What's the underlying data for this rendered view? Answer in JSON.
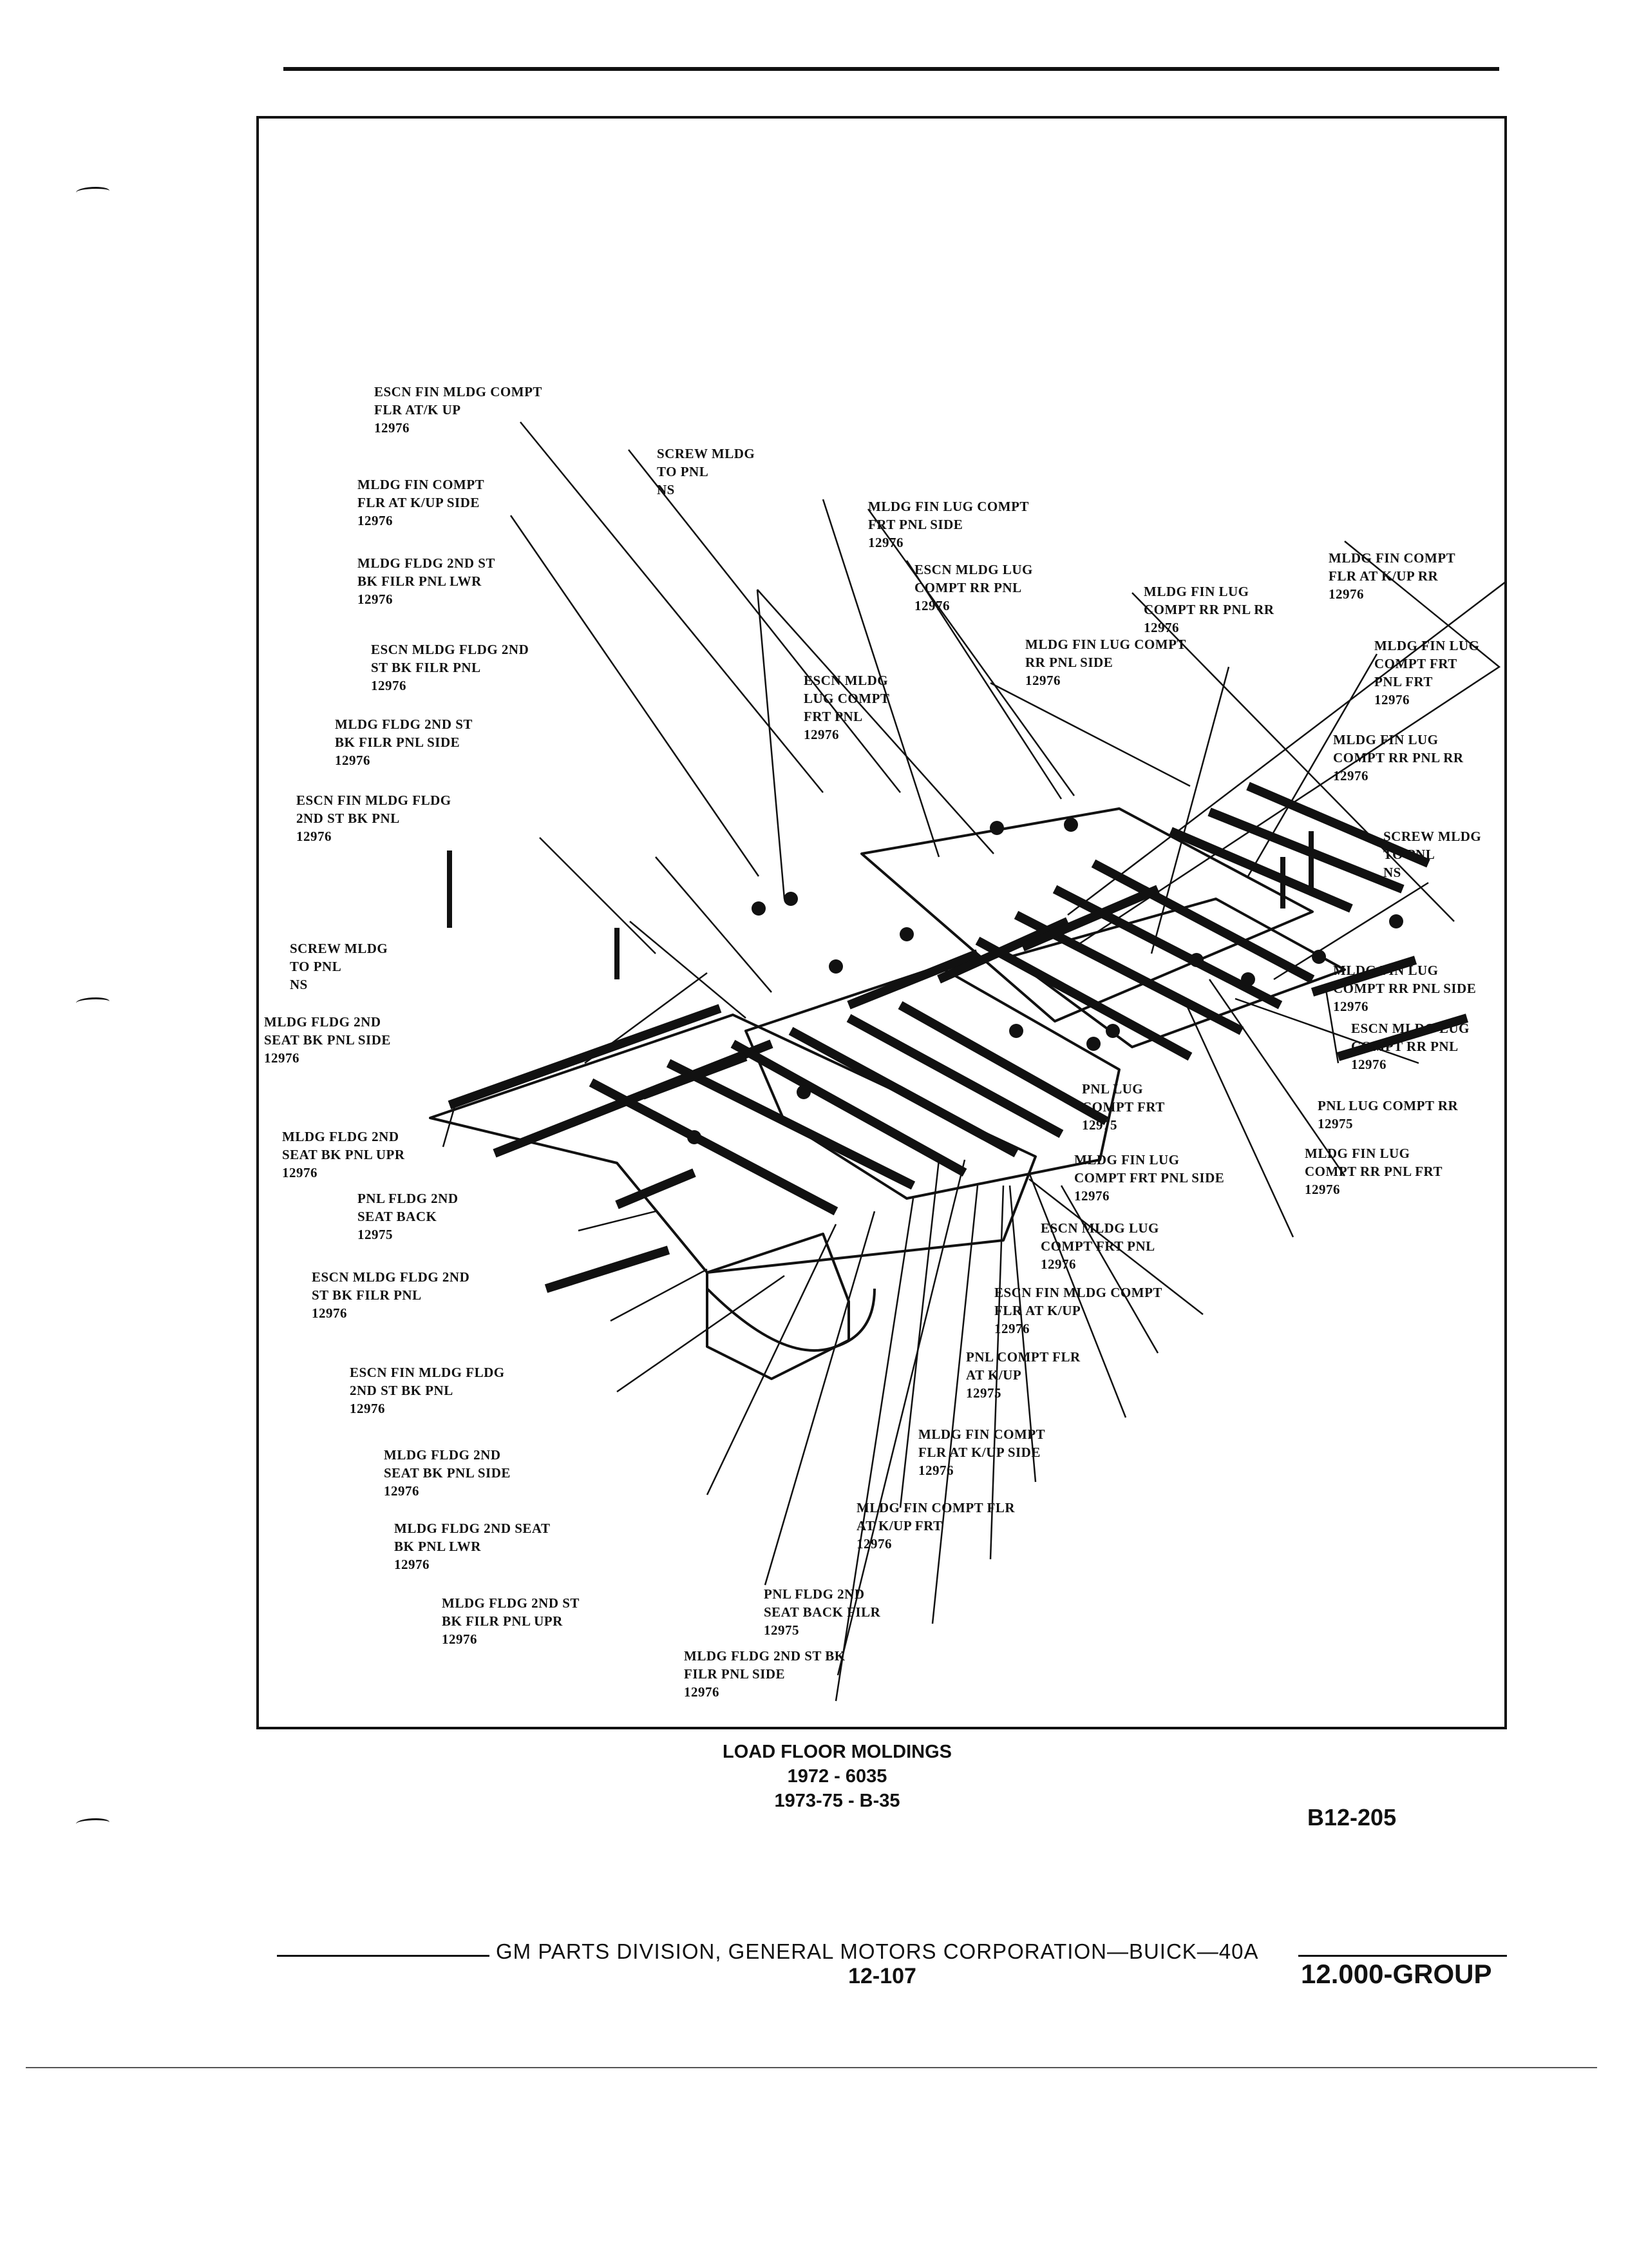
{
  "labels": [
    {
      "lines": [
        "ESCN FIN MLDG COMPT",
        "FLR AT/K UP",
        "12976"
      ]
    },
    {
      "lines": [
        "SCREW MLDG",
        "TO PNL",
        "NS"
      ]
    },
    {
      "lines": [
        "MLDG FIN COMPT",
        "FLR AT K/UP SIDE",
        "12976"
      ]
    },
    {
      "lines": [
        "MLDG FIN LUG COMPT",
        "FRT PNL SIDE",
        "12976"
      ]
    },
    {
      "lines": [
        "ESCN MLDG LUG",
        "COMPT RR PNL",
        "12976"
      ]
    },
    {
      "lines": [
        "MLDG FLDG 2ND ST",
        "BK FILR PNL LWR",
        "12976"
      ]
    },
    {
      "lines": [
        "MLDG FIN COMPT",
        "FLR AT K/UP RR",
        "12976"
      ]
    },
    {
      "lines": [
        "MLDG FIN LUG",
        "COMPT RR PNL RR",
        "12976"
      ]
    },
    {
      "lines": [
        "ESCN MLDG FLDG 2ND",
        "ST BK FILR PNL",
        "12976"
      ]
    },
    {
      "lines": [
        "MLDG FIN LUG COMPT",
        "RR PNL SIDE",
        "12976"
      ]
    },
    {
      "lines": [
        "MLDG FIN LUG",
        "COMPT FRT",
        "PNL FRT",
        "12976"
      ]
    },
    {
      "lines": [
        "ESCN MLDG",
        "LUG COMPT",
        "FRT PNL",
        "12976"
      ]
    },
    {
      "lines": [
        "MLDG FLDG 2ND ST",
        "BK FILR PNL SIDE",
        "12976"
      ]
    },
    {
      "lines": [
        "MLDG FIN LUG",
        "COMPT RR PNL RR",
        "12976"
      ]
    },
    {
      "lines": [
        "ESCN FIN MLDG FLDG",
        "2ND ST BK PNL",
        "12976"
      ]
    },
    {
      "lines": [
        "SCREW MLDG",
        "TO PNL",
        "NS"
      ]
    },
    {
      "lines": [
        "SCREW MLDG",
        "TO PNL",
        "NS"
      ]
    },
    {
      "lines": [
        "MLDG FIN LUG",
        "COMPT RR PNL SIDE",
        "12976"
      ]
    },
    {
      "lines": [
        "MLDG FLDG 2ND",
        "SEAT BK PNL SIDE",
        "12976"
      ]
    },
    {
      "lines": [
        "ESCN MLDG LUG",
        "COMPT RR PNL",
        "12976"
      ]
    },
    {
      "lines": [
        "PNL LUG",
        "COMPT FRT",
        "12975"
      ]
    },
    {
      "lines": [
        "PNL LUG COMPT RR",
        "12975"
      ]
    },
    {
      "lines": [
        "MLDG FLDG 2ND",
        "SEAT BK PNL UPR",
        "12976"
      ]
    },
    {
      "lines": [
        "MLDG FIN LUG",
        "COMPT FRT PNL SIDE",
        "12976"
      ]
    },
    {
      "lines": [
        "MLDG FIN LUG",
        "COMPT RR PNL FRT",
        "12976"
      ]
    },
    {
      "lines": [
        "PNL FLDG 2ND",
        "SEAT BACK",
        "12975"
      ]
    },
    {
      "lines": [
        "ESCN MLDG LUG",
        "COMPT FRT PNL",
        "12976"
      ]
    },
    {
      "lines": [
        "ESCN MLDG FLDG 2ND",
        "ST BK FILR PNL",
        "12976"
      ]
    },
    {
      "lines": [
        "ESCN FIN MLDG COMPT",
        "FLR AT K/UP",
        "12976"
      ]
    },
    {
      "lines": [
        "ESCN FIN MLDG FLDG",
        "2ND ST BK PNL",
        "12976"
      ]
    },
    {
      "lines": [
        "PNL COMPT FLR",
        "AT K/UP",
        "12975"
      ]
    },
    {
      "lines": [
        "MLDG FIN COMPT",
        "FLR AT K/UP SIDE",
        "12976"
      ]
    },
    {
      "lines": [
        "MLDG FLDG 2ND",
        "SEAT BK PNL SIDE",
        "12976"
      ]
    },
    {
      "lines": [
        "MLDG FIN COMPT FLR",
        "AT K/UP FRT",
        "12976"
      ]
    },
    {
      "lines": [
        "MLDG FLDG 2ND SEAT",
        "BK PNL LWR",
        "12976"
      ]
    },
    {
      "lines": [
        "PNL FLDG 2ND",
        "SEAT BACK FILR",
        "12975"
      ]
    },
    {
      "lines": [
        "MLDG FLDG 2ND ST",
        "BK FILR PNL UPR",
        "12976"
      ]
    },
    {
      "lines": [
        "MLDG FLDG 2ND ST BK",
        "FILR PNL SIDE",
        "12976"
      ]
    }
  ],
  "caption": {
    "title": "LOAD FLOOR MOLDINGS",
    "line2": "1972 - 6035",
    "line3": "1973-75 - B-35"
  },
  "figure_number": "B12-205",
  "footer": {
    "publisher": "GM PARTS DIVISION, GENERAL MOTORS CORPORATION—BUICK—40A",
    "page": "12-107",
    "group": "12.000-GROUP"
  }
}
